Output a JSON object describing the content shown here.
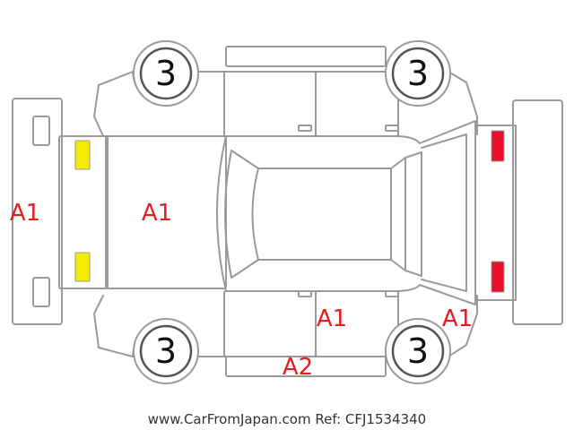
{
  "diagram": {
    "wheels": {
      "front_left": "3",
      "front_right": "3",
      "rear_left": "3",
      "rear_right": "3"
    },
    "damage_codes": {
      "front_bumper": "A1",
      "hood": "A1",
      "right_rear_door": "A1",
      "right_rear_quarter": "A1",
      "right_rocker": "A2"
    },
    "lamps": {
      "front_color": "#f5ec00",
      "rear_color": "#e8102a"
    },
    "colors": {
      "code_text": "#e02020",
      "outline": "#9a9a9a"
    }
  },
  "footer": {
    "text": "www.CarFromJapan.com Ref: CFJ1534340"
  }
}
